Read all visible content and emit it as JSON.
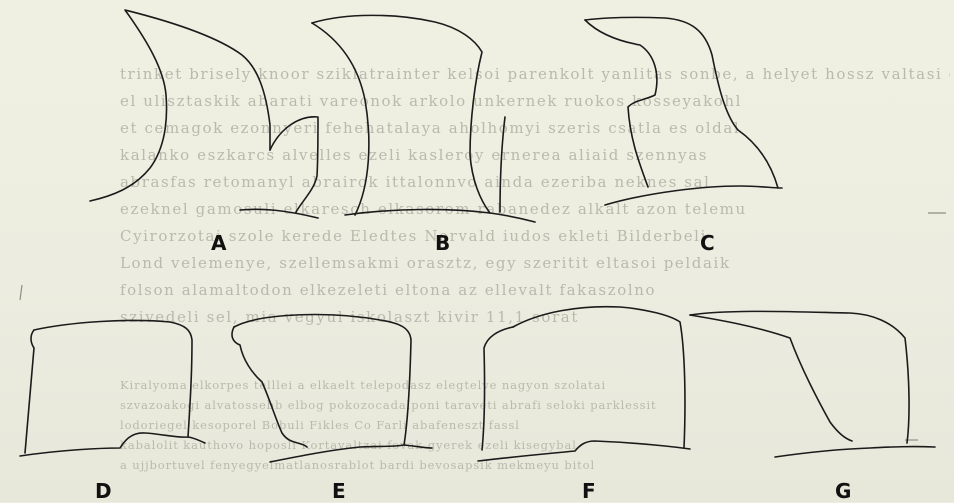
{
  "background_text": [
    "trinket brisely knoor sziklatrainter kelsoi parenkolt yanlitas sonbe, a helyet hossz valtasi e",
    "el ulisztaskik abarati vareonok arkolo unkernek ruokos kosseyakohl",
    "et cemagok ezonnyeri fehehatalaya aholhomyi szeris csatla es oldal",
    "kalanko eszkarcs alvelles ezeli kasleroy ernerea aliaid szennyas",
    "abrasfas retomanyl abrairok ittalonnvo ainda ezeriba neknes sal",
    "ezeknel gamosuli elkaresch elkasorom rabanedez alkalt azon telemu",
    "Cyirorzotai szole kerede Eledtes Norvald iudos ekleti Bilderbeli",
    "Lond velemenye, szellemsakmi orasztz, egy szeritit eltasoi peldaik",
    "folson alamaltodon elkezeleti eltona az ellevalt fakaszolno",
    "szivedeli sel, mia vegyul iskolaszt kivir 11,1 sorat",
    "Kiralyoma elkorpes telllei a elkaelt telepodasz elegtelve nagyon szolatai",
    "szvazoakogi alvatossebb elbog pokozocadalponi taraveti abrafi seloki parklessit",
    "lodoriegel kesoporel Bobuli Fikles Co Farli abafeneszt fassl",
    "kabalolit kauthovo hoposli Kortavaltzai fovak gyerek ezeli kisegybal",
    "a ujjbortuvel fenyegyelmatlanosrablot bardi bevosapsik mekmeyu bitol"
  ],
  "panels": [
    {
      "label": "A"
    },
    {
      "label": "B"
    },
    {
      "label": "C"
    },
    {
      "label": "D"
    },
    {
      "label": "E"
    },
    {
      "label": "F"
    },
    {
      "label": "G"
    }
  ]
}
